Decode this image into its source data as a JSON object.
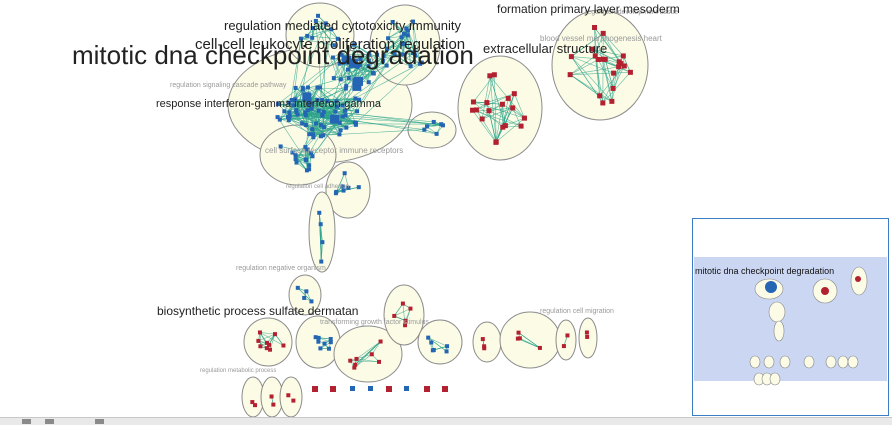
{
  "network": {
    "labels_large": {
      "main": "mitotic dna checkpoint degradation",
      "regulation_immunity": "regulation mediated cytotoxicity immunity",
      "cell_leukocyte": "cell-cell leukocyte proliferation regulation",
      "extracellular": "extracellular structure",
      "response_interferon": "response interferon-gamma interferon-gamma",
      "formation_primary": "formation primary layer mesoderm",
      "biosynthetic": "biosynthetic process sulfate dermatan"
    },
    "labels_small": {
      "immune_receptors": "cell surface receptor immune receptors",
      "blood_vessel": "blood vessel morphogenesis heart",
      "negative_organism": "regulation negative organism",
      "growth_factor": "transforming growth factor stimulus",
      "faint_top_right": "regulation development tissue",
      "faint_left_1": "regulation signaling cascade pathway",
      "faint_left_2": "regulation cell adhesion",
      "faint_bottom_1": "regulation metabolic process",
      "faint_bottom_2": "regulation cell migration"
    },
    "colors": {
      "node_blue": "#2465b4",
      "node_red": "#b3202f",
      "edge": "#2aa38a",
      "cluster_fill": "#fbfbe6",
      "cluster_stroke": "#8c8c8c"
    }
  },
  "navigator": {
    "label": "mitotic dna checkpoint degradation"
  },
  "toolbar": {
    "icons": [
      "zoom-icon",
      "fit-icon",
      "layout-icon"
    ]
  }
}
